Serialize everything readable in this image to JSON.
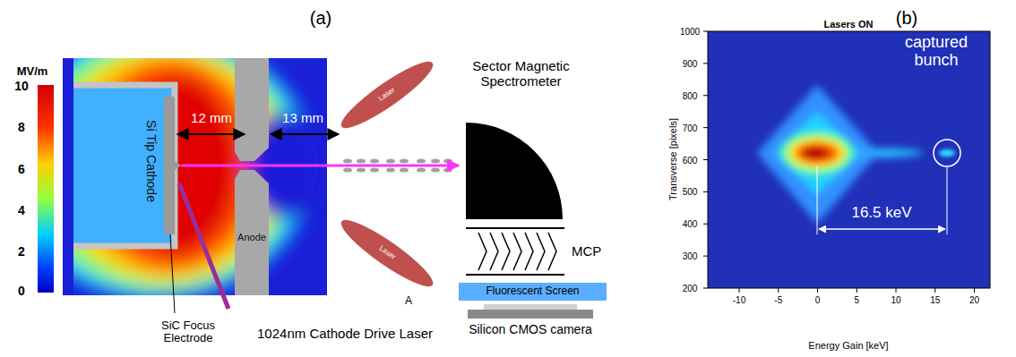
{
  "diagram": {
    "nodes": [
      {
        "text": [
          "Sector Magnetic Spectrometer"
        ]
      },
      {
        "text": [
          "MCP"
        ]
      },
      {
        "text": [
          "Fluorescent Screen"
        ]
      },
      {
        "text": [
          "Silicon CMOS camera"
        ]
      }
    ],
    "labels": [
      "(a)",
      "(b)",
      "MV/m",
      "10",
      "8",
      "6",
      "4",
      "2",
      "0",
      "Si Tip Cathode",
      "12 mm",
      "13 mm",
      "Anode",
      "SiC Focus Electrode",
      "1024nm Cathode Drive Laser",
      "Laser",
      "Laser",
      "A",
      "Lasers ON",
      "Transverse [pixels]",
      "Energy Gain [keV]",
      "1000",
      "900",
      "800",
      "700",
      "600",
      "500",
      "400",
      "300",
      "200",
      "-10",
      "-5",
      "0",
      "5",
      "10",
      "15",
      "20",
      "captured bunch",
      "16.5 keV"
    ]
  }
}
